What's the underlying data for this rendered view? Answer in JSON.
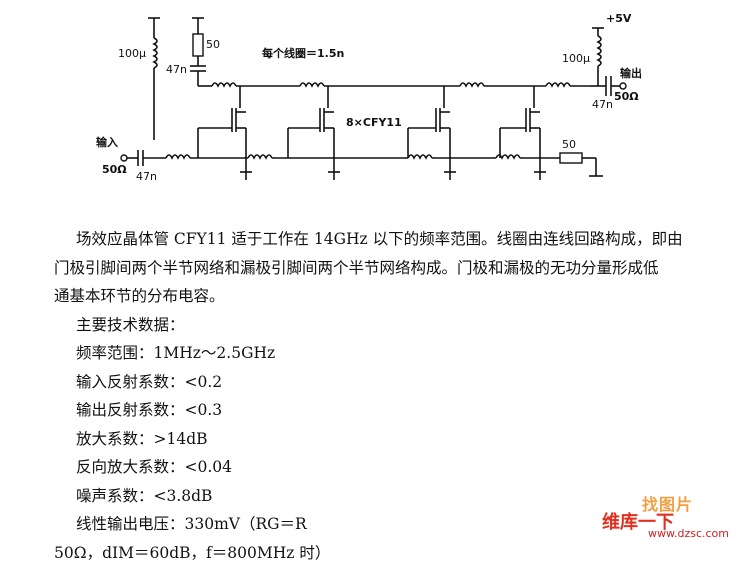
{
  "circuit": {
    "labels": {
      "vcc": "+5V",
      "inductor_left": "100μ",
      "inductor_right": "100μ",
      "resistor_top": "50",
      "cap_top_left": "47n",
      "coil_note": "每个线圈＝1.5n",
      "transistors": "8×CFY11",
      "output": "输出",
      "output_imp": "50Ω",
      "cap_right": "47n",
      "input": "输入",
      "input_imp": "50Ω",
      "cap_input": "47n",
      "resistor_bottom": "50"
    }
  },
  "text": {
    "para1_line1": "场效应晶体管 CFY11 适于工作在 14GHz 以下的频率范围。线圈由连线回路构成，即由",
    "para1_line2": "门极引脚间两个半节网络和漏极引脚间两个半节网络构成。门极和漏极的无功分量形成低",
    "para1_line3": "通基本环节的分布电容。",
    "heading": "主要技术数据：",
    "spec1": "频率范围：1MHz～2.5GHz",
    "spec2": "输入反射系数：<0.2",
    "spec3": "输出反射系数：<0.3",
    "spec4": "放大系数：>14dB",
    "spec5": "反向放大系数：<0.04",
    "spec6": "噪声系数：<3.8dB",
    "spec7": "线性输出电压：330mV（RG＝R",
    "spec8": "50Ω，dIM＝60dB，f＝800MHz 时）"
  },
  "watermark": {
    "top": "找图片",
    "main": "维库一下",
    "url": "www.dzsc.com"
  }
}
